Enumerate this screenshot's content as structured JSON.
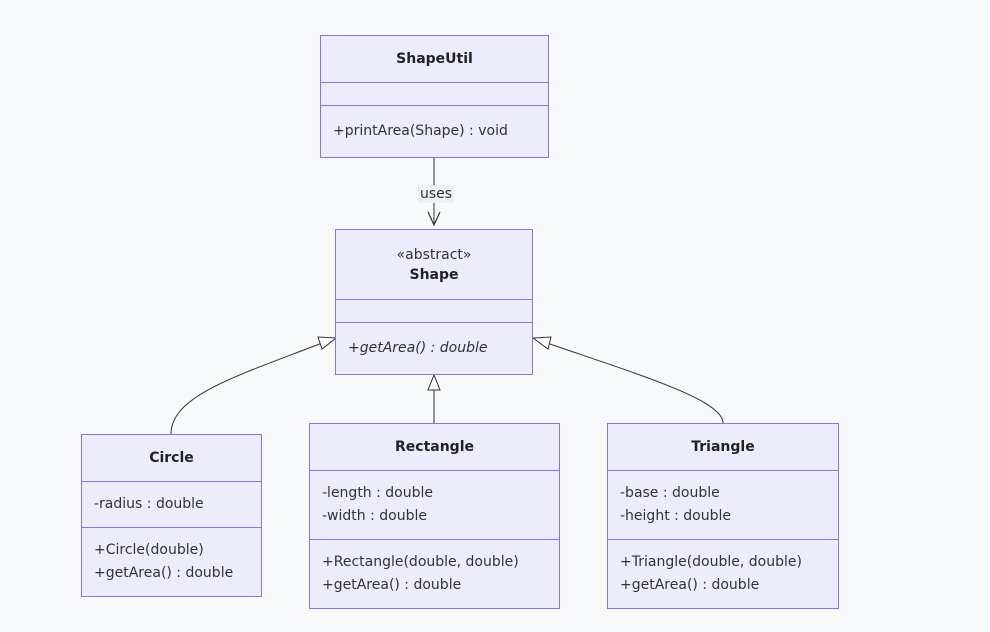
{
  "classes": {
    "shapeutil": {
      "name": "ShapeUtil",
      "attributes": [],
      "methods": [
        "+printArea(Shape) : void"
      ]
    },
    "shape": {
      "stereotype": "«abstract»",
      "name": "Shape",
      "attributes": [],
      "methods": [
        "+getArea() : double"
      ]
    },
    "circle": {
      "name": "Circle",
      "attributes": [
        "-radius : double"
      ],
      "methods": [
        "+Circle(double)",
        "+getArea() : double"
      ]
    },
    "rectangle": {
      "name": "Rectangle",
      "attributes": [
        "-length : double",
        "-width : double"
      ],
      "methods": [
        "+Rectangle(double, double)",
        "+getArea() : double"
      ]
    },
    "triangle": {
      "name": "Triangle",
      "attributes": [
        "-base : double",
        "-height : double"
      ],
      "methods": [
        "+Triangle(double, double)",
        "+getArea() : double"
      ]
    }
  },
  "relations": {
    "uses_label": "uses"
  },
  "colors": {
    "box_fill": "#ececfd",
    "box_border": "#9370db",
    "line": "#333333",
    "background": "#f8f9fb"
  }
}
